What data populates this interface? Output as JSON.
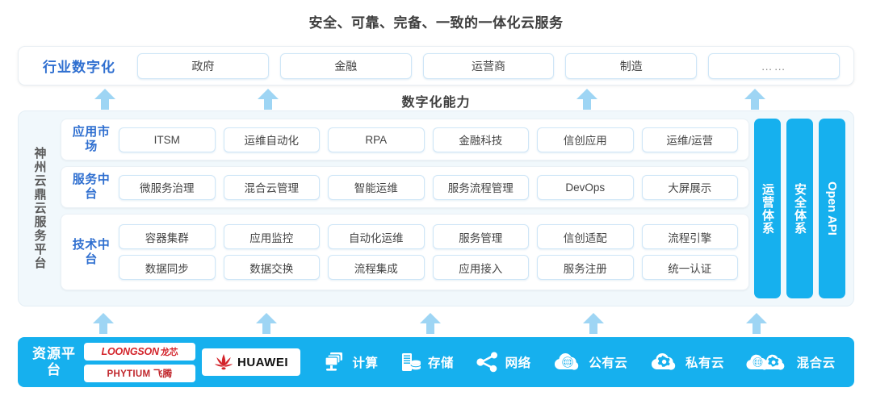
{
  "title": "安全、可靠、完备、一致的一体化云服务",
  "industry": {
    "label": "行业数字化",
    "items": [
      {
        "label": "政府"
      },
      {
        "label": "金融"
      },
      {
        "label": "运营商"
      },
      {
        "label": "制造"
      },
      {
        "label": "……"
      }
    ]
  },
  "capability_label": "数字化能力",
  "platform": {
    "vertical_label": "神州云鼎云服务平台",
    "layers": [
      {
        "label": "应用市场",
        "rows": [
          [
            "ITSM",
            "运维自动化",
            "RPA",
            "金融科技",
            "信创应用",
            "运维/运营"
          ]
        ]
      },
      {
        "label": "服务中台",
        "rows": [
          [
            "微服务治理",
            "混合云管理",
            "智能运维",
            "服务流程管理",
            "DevOps",
            "大屏展示"
          ]
        ]
      },
      {
        "label": "技术中台",
        "rows": [
          [
            "容器集群",
            "应用监控",
            "自动化运维",
            "服务管理",
            "信创适配",
            "流程引擎"
          ],
          [
            "数据同步",
            "数据交换",
            "流程集成",
            "应用接入",
            "服务注册",
            "统一认证"
          ]
        ]
      }
    ],
    "side_bars": [
      {
        "label": "运营体系",
        "latin": false
      },
      {
        "label": "安全体系",
        "latin": false
      },
      {
        "label": "Open API",
        "latin": true
      }
    ]
  },
  "resource": {
    "label": "资源平台",
    "logos": [
      {
        "name": "loongson",
        "text": "LOONGSON",
        "suffix": "龙芯"
      },
      {
        "name": "phytium",
        "text": "PHYTIUM 飞腾"
      },
      {
        "name": "huawei",
        "text": "HUAWEI"
      }
    ],
    "items": [
      {
        "icon": "compute-icon",
        "label": "计算"
      },
      {
        "icon": "storage-icon",
        "label": "存储"
      },
      {
        "icon": "network-icon",
        "label": "网络"
      },
      {
        "icon": "public-cloud-icon",
        "label": "公有云"
      },
      {
        "icon": "private-cloud-icon",
        "label": "私有云"
      },
      {
        "icon": "hybrid-cloud-icon",
        "label": "混合云"
      }
    ]
  },
  "arrows": {
    "upper_positions": [
      130,
      332,
      727,
      935
    ],
    "lower_positions": [
      128,
      242,
      433,
      539,
      645,
      935
    ]
  },
  "colors": {
    "accent_blue": "#16b0ee",
    "arrow_blue": "#9ed5f4",
    "label_blue": "#2f6fd0",
    "panel_bg": "#f1f8fc",
    "red": "#d3232a"
  }
}
